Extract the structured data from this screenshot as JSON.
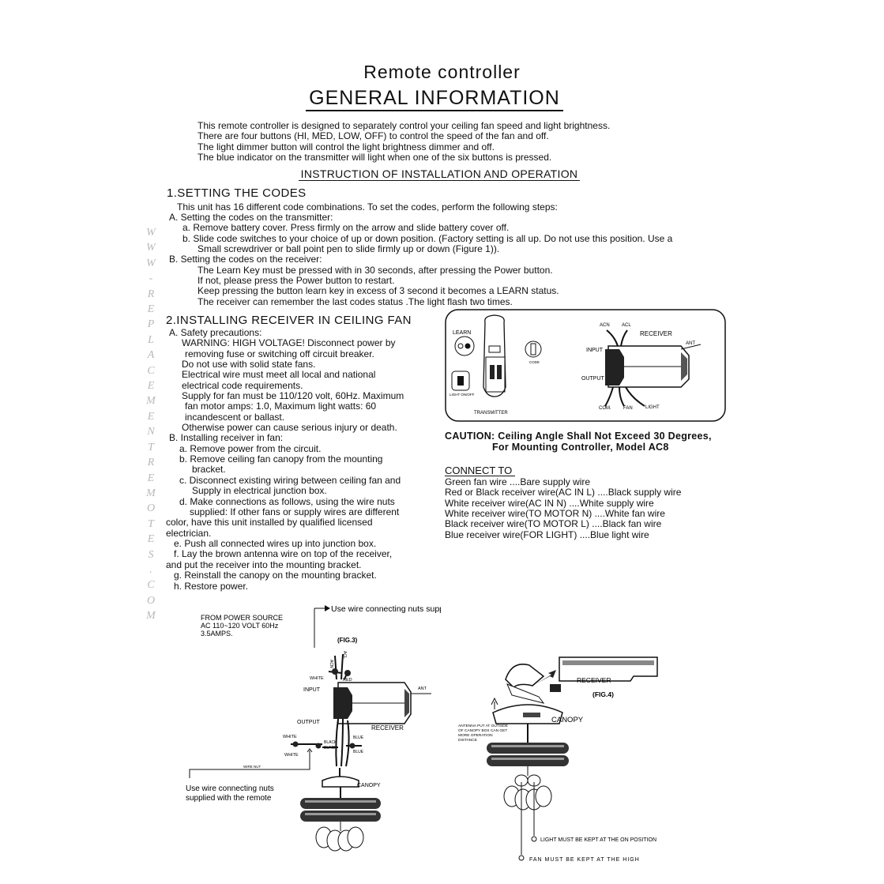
{
  "header": {
    "title": "Remote controller",
    "subtitle": "GENERAL INFORMATION"
  },
  "intro": [
    "This remote controller is designed to separately control your ceiling fan speed and light brightness.",
    "There are four buttons (HI, MED, LOW, OFF) to control the speed of the fan and off.",
    "The light dimmer button will control the light brightness dimmer and off.",
    "The blue indicator on the transmitter will light when one of the six buttons is pressed."
  ],
  "instruction_heading": "INSTRUCTION OF INSTALLATION AND OPERATION",
  "section1": {
    "heading": "1.SETTING THE CODES",
    "lines": [
      "This unit has 16 different code combinations. To set the codes, perform the following steps:",
      "A. Setting the codes on the transmitter:",
      "a. Remove battery cover. Press firmly on the arrow and slide battery cover off.",
      "b. Slide code switches to your choice of up or down position. (Factory setting is all up. Do not use this position. Use a",
      "Small screwdriver or ball point pen to slide firmly up or down (Figure 1)).",
      "B. Setting the codes on the receiver:",
      "The Learn Key must be pressed with in 30 seconds, after pressing the Power button.",
      "If not, please press the Power button to restart.",
      "Keep pressing the button learn key  in excess of 3 second it becomes a LEARN status.",
      "The receiver can remember the last codes  status .The light flash two times."
    ]
  },
  "section2": {
    "heading": "2.INSTALLING RECEIVER IN CEILING FAN",
    "lines": [
      "A. Safety precautions:",
      "WARNING: HIGH VOLTAGE!  Disconnect power by",
      "removing fuse or switching off circuit breaker.",
      "Do not use with solid state fans.",
      "Electrical wire must meet all local and national",
      "electrical code requirements.",
      "Supply for fan must be 110/120 volt, 60Hz. Maximum",
      "fan motor amps: 1.0, Maximum light watts: 60",
      "incandescent or ballast.",
      "Otherwise power can cause serious injury or death.",
      "B. Installing receiver in fan:",
      "a. Remove power from the circuit.",
      "b. Remove ceiling fan canopy from the mounting",
      "bracket.",
      "c. Disconnect existing wiring between ceiling fan and",
      "Supply in electrical junction box.",
      "d. Make connections as follows, using the wire nuts",
      "supplied: If other fans or supply wires are different",
      "color, have this unit installed by qualified licensed",
      "electrician.",
      "e. Push all connected wires up into junction box.",
      "f.  Lay the brown antenna wire on top of  the receiver,",
      "and put the receiver into the mounting bracket.",
      "g. Reinstall the canopy on the mounting bracket.",
      "h. Restore power."
    ]
  },
  "caution": {
    "line1": "CAUTION: Ceiling Angle Shall Not Exceed 30 Degrees,",
    "line2": "For Mounting Controller,  Model  AC8"
  },
  "connect": {
    "heading": "CONNECT    TO",
    "lines": [
      "Green fan wire ....Bare supply wire",
      "Red or Black receiver wire(AC IN L) ....Black  supply wire",
      "White receiver wire(AC IN N) ....White supply wire",
      "White receiver wire(TO MOTOR N) ....White fan wire",
      "Black receiver wire(TO MOTOR L) ....Black fan wire",
      "Blue receiver wire(FOR LIGHT) ....Blue light wire"
    ]
  },
  "watermark": [
    "W",
    "W",
    "W",
    "-",
    "R",
    "E",
    "P",
    "L",
    "A",
    "C",
    "E",
    "M",
    "E",
    "N",
    "T",
    "R",
    "E",
    "M",
    "O",
    "T",
    "E",
    "S",
    ".",
    "C",
    "O",
    "M"
  ],
  "fig1": {
    "learn": "LEARN",
    "light_on_off": "LIGHT ON/OFF",
    "code": "CODE",
    "transmitter": "TRANSMITTER",
    "acn": "ACN",
    "acl": "ACL",
    "receiver": "RECEIVER",
    "ant": "ANT",
    "input": "INPUT",
    "output": "OUTPUT",
    "com": "COM.",
    "fan": "FAN",
    "light": "LIGHT"
  },
  "fig3": {
    "power_source_1": "FROM POWER SOURCE",
    "power_source_2": "AC 110~120 VOLT 60Hz",
    "power_source_3": "3.5AMPS.",
    "nuts_supplied_fan": "Use wire connecting nuts supplied  with the fan",
    "label": "(FIG.3)",
    "acn": "ACN",
    "acl": "ACL",
    "white": "WHITE",
    "red": "RED",
    "input": "INPUT",
    "ant": "ANT",
    "output": "OUTPUT",
    "receiver": "RECEIVER",
    "black1": "BLACK",
    "black2": "BLACK",
    "blue1": "BLUE",
    "blue2": "BLUE",
    "white2": "WHITE",
    "white3": "WHITE",
    "wire_nut": "WIRE NUT",
    "canopy": "CANOPY",
    "nuts_remote_1": "Use wire connecting nuts",
    "nuts_remote_2": "supplied with the remote"
  },
  "fig4": {
    "receiver": "RECEIVER",
    "label": "(FIG.4)",
    "canopy": "CANOPY",
    "antenna_1": "ANTENNA PUT AT OUTSIDE",
    "antenna_2": "OF CANOPY BOX CAN GET",
    "antenna_3": "MORE OPERATION",
    "antenna_4": "DISTANCE",
    "light_chain": "LIGHT MUST BE  KEPT AT THE  ON POSITION",
    "fan_chain": "FAN MUST BE KEPT AT THE HIGH"
  }
}
